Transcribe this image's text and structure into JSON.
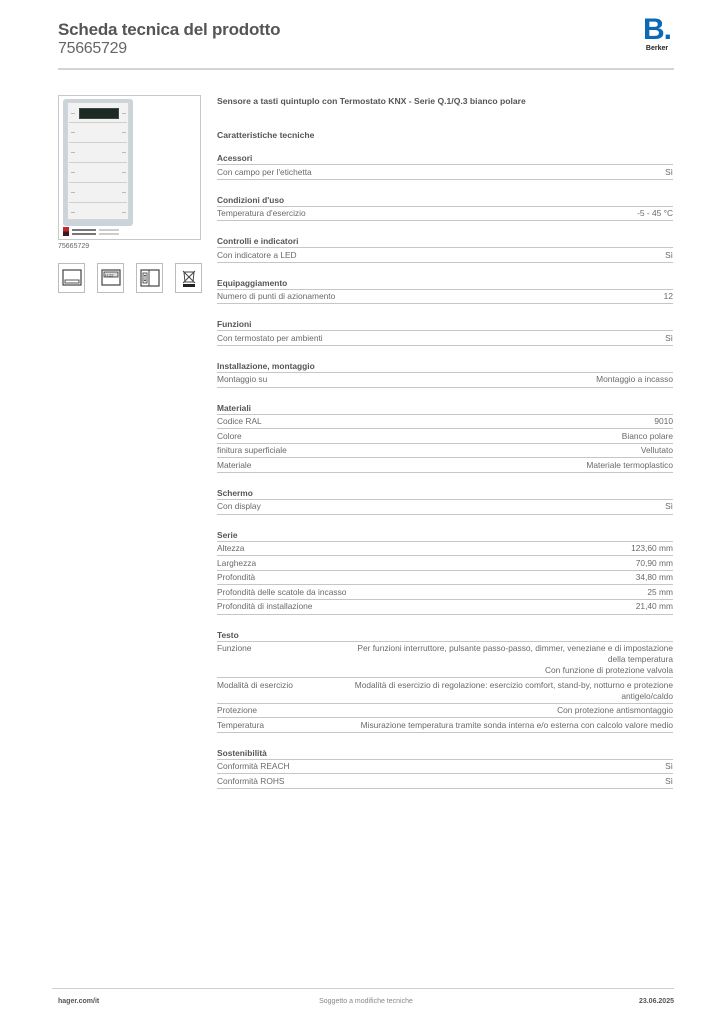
{
  "header": {
    "title": "Scheda tecnica del prodotto",
    "product_number": "75665729",
    "logo": {
      "mark": "B.",
      "brand": "Berker",
      "brand_color": "#0a6ab5"
    }
  },
  "sidebar": {
    "image_alt": "product-image",
    "product_code": "75665729",
    "feature_icons": [
      {
        "name": "flush-mount-icon"
      },
      {
        "name": "display-icon"
      },
      {
        "name": "installation-icon"
      },
      {
        "name": "weee-disposal-icon"
      }
    ]
  },
  "main": {
    "product_name": "Sensore a tasti quintuplo con Termostato KNX - Serie Q.1/Q.3 bianco polare",
    "section_title": "Caratteristiche tecniche",
    "groups": [
      {
        "title": "Acessori",
        "rows": [
          {
            "label": "Con campo per l'etichetta",
            "value": "Sì"
          }
        ]
      },
      {
        "title": "Condizioni d'uso",
        "rows": [
          {
            "label": "Temperatura d'esercizio",
            "value": "-5 - 45 °C"
          }
        ]
      },
      {
        "title": "Controlli e indicatori",
        "rows": [
          {
            "label": "Con indicatore a LED",
            "value": "Sì"
          }
        ]
      },
      {
        "title": "Equipaggiamento",
        "rows": [
          {
            "label": "Numero di punti di azionamento",
            "value": "12"
          }
        ]
      },
      {
        "title": "Funzioni",
        "rows": [
          {
            "label": "Con termostato per ambienti",
            "value": "Sì"
          }
        ]
      },
      {
        "title": "Installazione, montaggio",
        "rows": [
          {
            "label": "Montaggio su",
            "value": "Montaggio a incasso"
          }
        ]
      },
      {
        "title": "Materiali",
        "rows": [
          {
            "label": "Codice RAL",
            "value": "9010"
          },
          {
            "label": "Colore",
            "value": "Bianco polare"
          },
          {
            "label": "finitura superficiale",
            "value": "Vellutato"
          },
          {
            "label": "Materiale",
            "value": "Materiale termoplastico"
          }
        ]
      },
      {
        "title": "Schermo",
        "rows": [
          {
            "label": "Con display",
            "value": "Sì"
          }
        ]
      },
      {
        "title": "Serie",
        "rows": [
          {
            "label": "Altezza",
            "value": "123,60 mm"
          },
          {
            "label": "Larghezza",
            "value": "70,90 mm"
          },
          {
            "label": "Profondità",
            "value": "34,80 mm"
          },
          {
            "label": "Profondità delle scatole da incasso",
            "value": "25 mm"
          },
          {
            "label": "Profondità di installazione",
            "value": "21,40 mm"
          }
        ]
      },
      {
        "title": "Testo",
        "rows": [
          {
            "label": "Funzione",
            "value": "Per funzioni interruttore, pulsante passo-passo, dimmer, veneziane e di impostazione della temperatura\nCon funzione di protezione valvola"
          },
          {
            "label": "Modalità di esercizio",
            "value": "Modalità di esercizio di regolazione: esercizio comfort, stand-by, notturno e protezione antigelo/caldo"
          },
          {
            "label": "Protezione",
            "value": "Con protezione antismontaggio"
          },
          {
            "label": "Temperatura",
            "value": "Misurazione temperatura tramite sonda interna e/o esterna con calcolo valore medio"
          }
        ]
      },
      {
        "title": "Sostenibilità",
        "rows": [
          {
            "label": "Conformità REACH",
            "value": "Sì"
          },
          {
            "label": "Conformità ROHS",
            "value": "Sì"
          }
        ]
      }
    ]
  },
  "footer": {
    "website": "hager.com/it",
    "notice": "Soggetto a modifiche tecniche",
    "date": "23.06.2025"
  }
}
